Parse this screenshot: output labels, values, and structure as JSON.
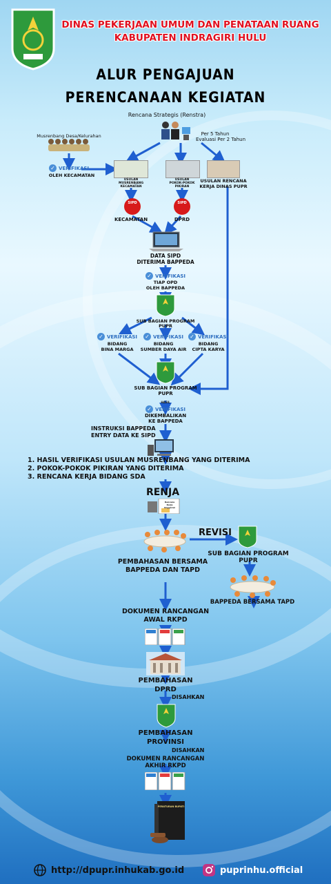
{
  "header": {
    "line1": "DINAS PEKERJAAN UMUM DAN PENATAAN RUANG",
    "line2": "KABUPATEN INDRAGIRI HULU"
  },
  "title": {
    "line1": "ALUR PENGAJUAN",
    "line2": "PERENCANAAN KEGIATAN"
  },
  "renstra": {
    "label": "Rencana Strategis (Renstra)",
    "period1": "Per 5 Tahun",
    "period2": "Evaluasi Per 2 Tahun"
  },
  "musrenbang": {
    "label": "Musrenbang Desa/Kelurahan",
    "verif": "VERIFIKASI",
    "by": "OLEH KECAMATAN"
  },
  "usulan": {
    "kecamatan": "USULAN MUSRENBANG KECAMATAN",
    "pokir": "USULAN POKOK-POKOK PIKIRAN",
    "dinas": "USULAN RENCANA KERJA DINAS PUPR"
  },
  "sipd_badges": {
    "left": "KECAMATAN",
    "right": "DPRD",
    "badge": "SIPD"
  },
  "data_sipd": {
    "line1": "DATA SIPD",
    "line2": "DITERIMA BAPPEDA"
  },
  "verif_opd": {
    "verif": "VERIFIKASI",
    "line1": "TIAP OPD",
    "line2": "OLEH BAPPEDA"
  },
  "sub_bagian1": {
    "line1": "SUB BAGIAN PROGRAM",
    "line2": "PUPR"
  },
  "bidang": [
    {
      "verif": "VERIFIKASI",
      "line1": "BIDANG",
      "line2": "BINA MARGA"
    },
    {
      "verif": "VERIFIKASI",
      "line1": "BIDANG",
      "line2": "SUMBER DAYA AIR"
    },
    {
      "verif": "VERIFIKASI",
      "line1": "BIDANG",
      "line2": "CIPTA KARYA"
    }
  ],
  "sub_bagian2": {
    "line1": "SUB BAGIAN PROGRAM",
    "line2": "PUPR"
  },
  "kembali": {
    "hasil": "HASIL",
    "verif": "VERIFIKASI",
    "line1": "DIKEMBALIKAN",
    "line2": "KE BAPPEDA"
  },
  "instruksi": {
    "line1": "INSTRUKSI BAPPEDA",
    "line2": "ENTRY DATA KE SIPD"
  },
  "list": [
    "1. HASIL VERIFIKASI USULAN MUSRENBANG YANG DITERIMA",
    "2. POKOK-POKOK PIKIRAN YANG DITERIMA",
    "3. RENCANA KERJA BIDANG SDA"
  ],
  "renja": {
    "title": "RENJA",
    "doc": "Rencana Kerja Anggaran"
  },
  "revisi": "REVISI",
  "pembahasan_tapd": {
    "line1": "PEMBAHASAN BERSAMA",
    "line2": "BAPPEDA DAN TAPD"
  },
  "sub_bagian3": {
    "line1": "SUB BAGIAN PROGRAM",
    "line2": "PUPR"
  },
  "bappeda_tapd": "BAPPEDA BERSAMA TAPD",
  "rancangan_awal": {
    "line1": "DOKUMEN RANCANGAN",
    "line2": "AWAL RKPD"
  },
  "dprd": {
    "line1": "PEMBAHASAN",
    "line2": "DPRD",
    "disahkan": "DISAHKAN"
  },
  "provinsi": {
    "line1": "PEMBAHASAN",
    "line2": "PROVINSI",
    "disahkan": "DISAHKAN"
  },
  "rancangan_akhir": {
    "line1": "DOKUMEN RANCANGAN",
    "line2": "AKHIR RKPD"
  },
  "book": "PERATURAN BUPATI",
  "footer": {
    "website": "http://dpupr.inhukab.go.id",
    "instagram": "puprinhu.official"
  },
  "colors": {
    "header_red": "#e01020",
    "arrow_blue": "#1f5fd0",
    "shield_green": "#2e9a3c"
  }
}
